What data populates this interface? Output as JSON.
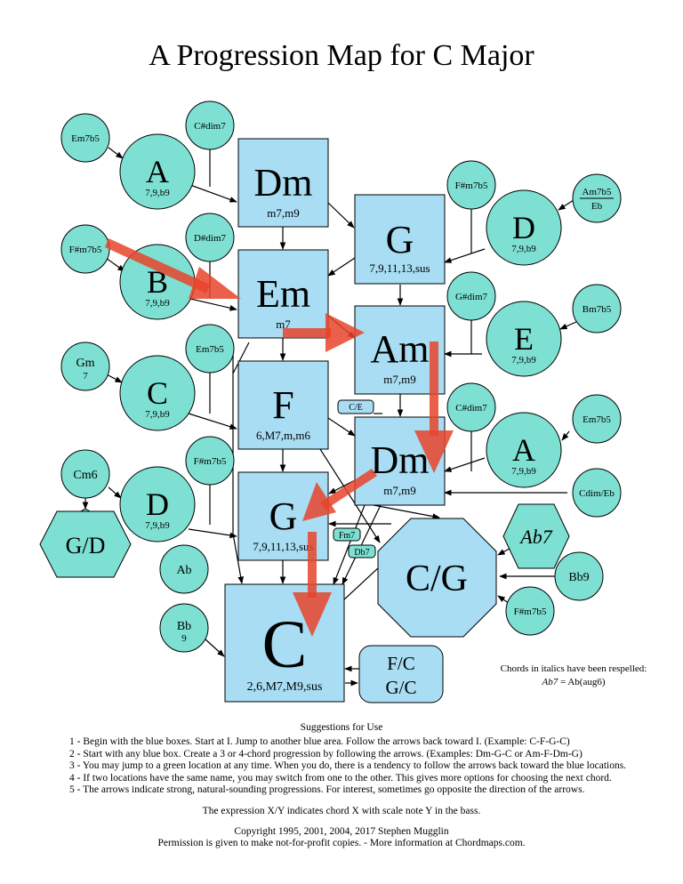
{
  "title": "A Progression Map for C Major",
  "colors": {
    "blue_box_fill": "#a8ddf3",
    "green_circle_fill": "#7de0d2",
    "stroke": "#000000",
    "arrow_overlay": "#e8442a"
  },
  "nodes": {
    "dm_top": {
      "name": "Dm",
      "ext": "m7,m9"
    },
    "g_right": {
      "name": "G",
      "ext": "7,9,11,13,sus"
    },
    "em": {
      "name": "Em",
      "ext": "m7"
    },
    "am": {
      "name": "Am",
      "ext": "m7,m9"
    },
    "f": {
      "name": "F",
      "ext": "6,M7,m,m6"
    },
    "dm_mid": {
      "name": "Dm",
      "ext": "m7,m9"
    },
    "g_mid": {
      "name": "G",
      "ext": "7,9,11,13,sus"
    },
    "c": {
      "name": "C",
      "ext": "2,6,M7,M9,sus"
    },
    "fc_gc": {
      "line1": "F/C",
      "line2": "G/C"
    },
    "a_top": {
      "name": "A",
      "ext": "7,9,b9"
    },
    "b": {
      "name": "B",
      "ext": "7,9,b9"
    },
    "c_green": {
      "name": "C",
      "ext": "7,9,b9"
    },
    "d_left": {
      "name": "D",
      "ext": "7,9,b9"
    },
    "d_right": {
      "name": "D",
      "ext": "7,9,b9"
    },
    "e": {
      "name": "E",
      "ext": "7,9,b9"
    },
    "a_low": {
      "name": "A",
      "ext": "7,9,b9"
    },
    "em7b5_top": {
      "name": "Em7b5"
    },
    "csharp_dim7": {
      "name": "C#dim7"
    },
    "fsharp_m7b5_b": {
      "name": "F#m7b5"
    },
    "dsharp_dim7": {
      "name": "D#dim7"
    },
    "gm7": {
      "name": "Gm",
      "ext": "7"
    },
    "em7b5_c": {
      "name": "Em7b5"
    },
    "cm6": {
      "name": "Cm6"
    },
    "fsharp_m7b5_d": {
      "name": "F#m7b5"
    },
    "ab": {
      "name": "Ab"
    },
    "bb9": {
      "name": "Bb",
      "ext": "9"
    },
    "fsharp_m7b5_dr": {
      "name": "F#m7b5"
    },
    "am7b5_eb": {
      "num": "Am7b5",
      "den": "Eb"
    },
    "gsharp_dim7": {
      "name": "G#dim7"
    },
    "bm7b5": {
      "name": "Bm7b5"
    },
    "csharp_dim7_a": {
      "name": "C#dim7"
    },
    "em7b5_a": {
      "name": "Em7b5"
    },
    "cdim_eb": {
      "name": "Cdim/Eb"
    },
    "bb9_right": {
      "name": "Bb9"
    },
    "fsharp_m7b5_cg": {
      "name": "F#m7b5"
    },
    "gd": {
      "name": "G/D"
    },
    "cg": {
      "name": "C/G"
    },
    "ab7": {
      "name": "Ab7"
    },
    "ce_small": {
      "name": "C/E"
    },
    "fm7_small": {
      "name": "Fm7"
    },
    "db7_small": {
      "name": "Db7"
    }
  },
  "note": {
    "line1": "Chords in italics have been respelled:",
    "italic": "Ab7",
    "rest": " = Ab(aug6)"
  },
  "footer": {
    "heading": "Suggestions for Use",
    "steps": [
      "1 - Begin with the blue boxes. Start at I. Jump to another blue area. Follow the arrows back toward I. (Example: C-F-G-C)",
      "2 - Start with any blue box. Create a 3 or 4-chord progression by following the arrows. (Examples: Dm-G-C or Am-F-Dm-G)",
      "3 - You may jump to a green location at any time. When you do, there is a tendency to follow the arrows back toward the blue locations.",
      "4 - If two locations have the same name, you may switch from one to the other. This gives more options for choosing the next chord.",
      "5 - The arrows indicate strong, natural-sounding progressions. For interest, sometimes go opposite the direction of the arrows."
    ],
    "expression": "The expression X/Y indicates chord X with scale note Y in the bass.",
    "copyright": "Copyright 1995, 2001, 2004, 2017 Stephen Mugglin",
    "permission": "Permission is given to make not-for-profit copies. - More information at Chordmaps.com."
  }
}
